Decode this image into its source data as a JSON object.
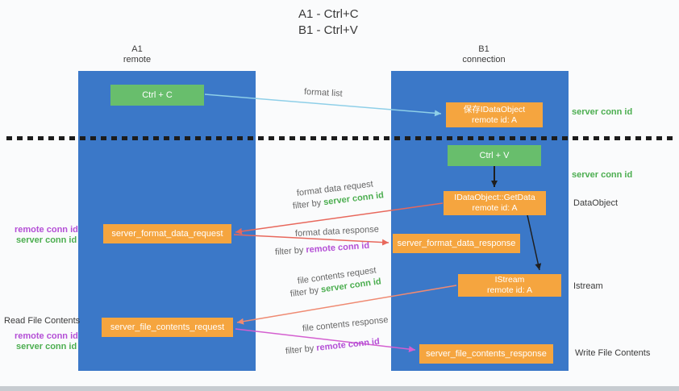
{
  "title": {
    "line1": "A1 - Ctrl+C",
    "line2": "B1 - Ctrl+V"
  },
  "lanes": {
    "left": {
      "title": "A1",
      "subtitle": "remote"
    },
    "right": {
      "title": "B1",
      "subtitle": "connection"
    }
  },
  "boxes": {
    "ctrl_c": {
      "label": "Ctrl + C"
    },
    "ctrl_v": {
      "label": "Ctrl + V"
    },
    "save_dataobject": {
      "line1": "保存IDataObject",
      "line2": "remote id: A"
    },
    "getdata": {
      "line1": "IDataObject::GetData",
      "line2": "remote id: A"
    },
    "istream": {
      "line1": "IStream",
      "line2": "remote id: A"
    },
    "format_request": {
      "label": "server_format_data_request"
    },
    "format_response": {
      "label": "server_format_data_response"
    },
    "file_request": {
      "label": "server_file_contents_request"
    },
    "file_response": {
      "label": "server_file_contents_response"
    }
  },
  "side_labels": {
    "server_conn_id_top": "server conn id",
    "server_conn_id_mid": "server conn id",
    "dataobject": "DataObject",
    "istream": "Istream",
    "write_file_contents": "Write File Contents",
    "read_file_contents": "Read File Contents",
    "left_remote_conn_1": "remote conn id",
    "left_server_conn_1": "server conn id",
    "left_remote_conn_2": "remote conn id",
    "left_server_conn_2": "server conn id"
  },
  "flow_labels": {
    "format_list": "format list",
    "format_data_request": "format data request",
    "format_request_filter_prefix": "filter by ",
    "format_request_filter_key": "server conn id",
    "format_data_response": "format data response",
    "format_response_filter_prefix": "filter by ",
    "format_response_filter_key": "remote conn id",
    "file_contents_request": "file contents request",
    "file_request_filter_prefix": "filter by ",
    "file_request_filter_key": "server conn id",
    "file_contents_response": "file contents response",
    "file_response_filter_prefix": "filter by ",
    "file_response_filter_key": "remote conn id"
  },
  "colors": {
    "lane_blue": "#3b78c8",
    "box_green": "#68be6c",
    "box_orange": "#f5a53f",
    "accent_green": "#4cae50",
    "accent_purple": "#b44fd6",
    "arrow_blue": "#8ecfe8",
    "arrow_red": "#e8685c",
    "arrow_salmon": "#ef8a72",
    "arrow_magenta": "#d45fd0",
    "arrow_black": "#1f1f1f"
  }
}
